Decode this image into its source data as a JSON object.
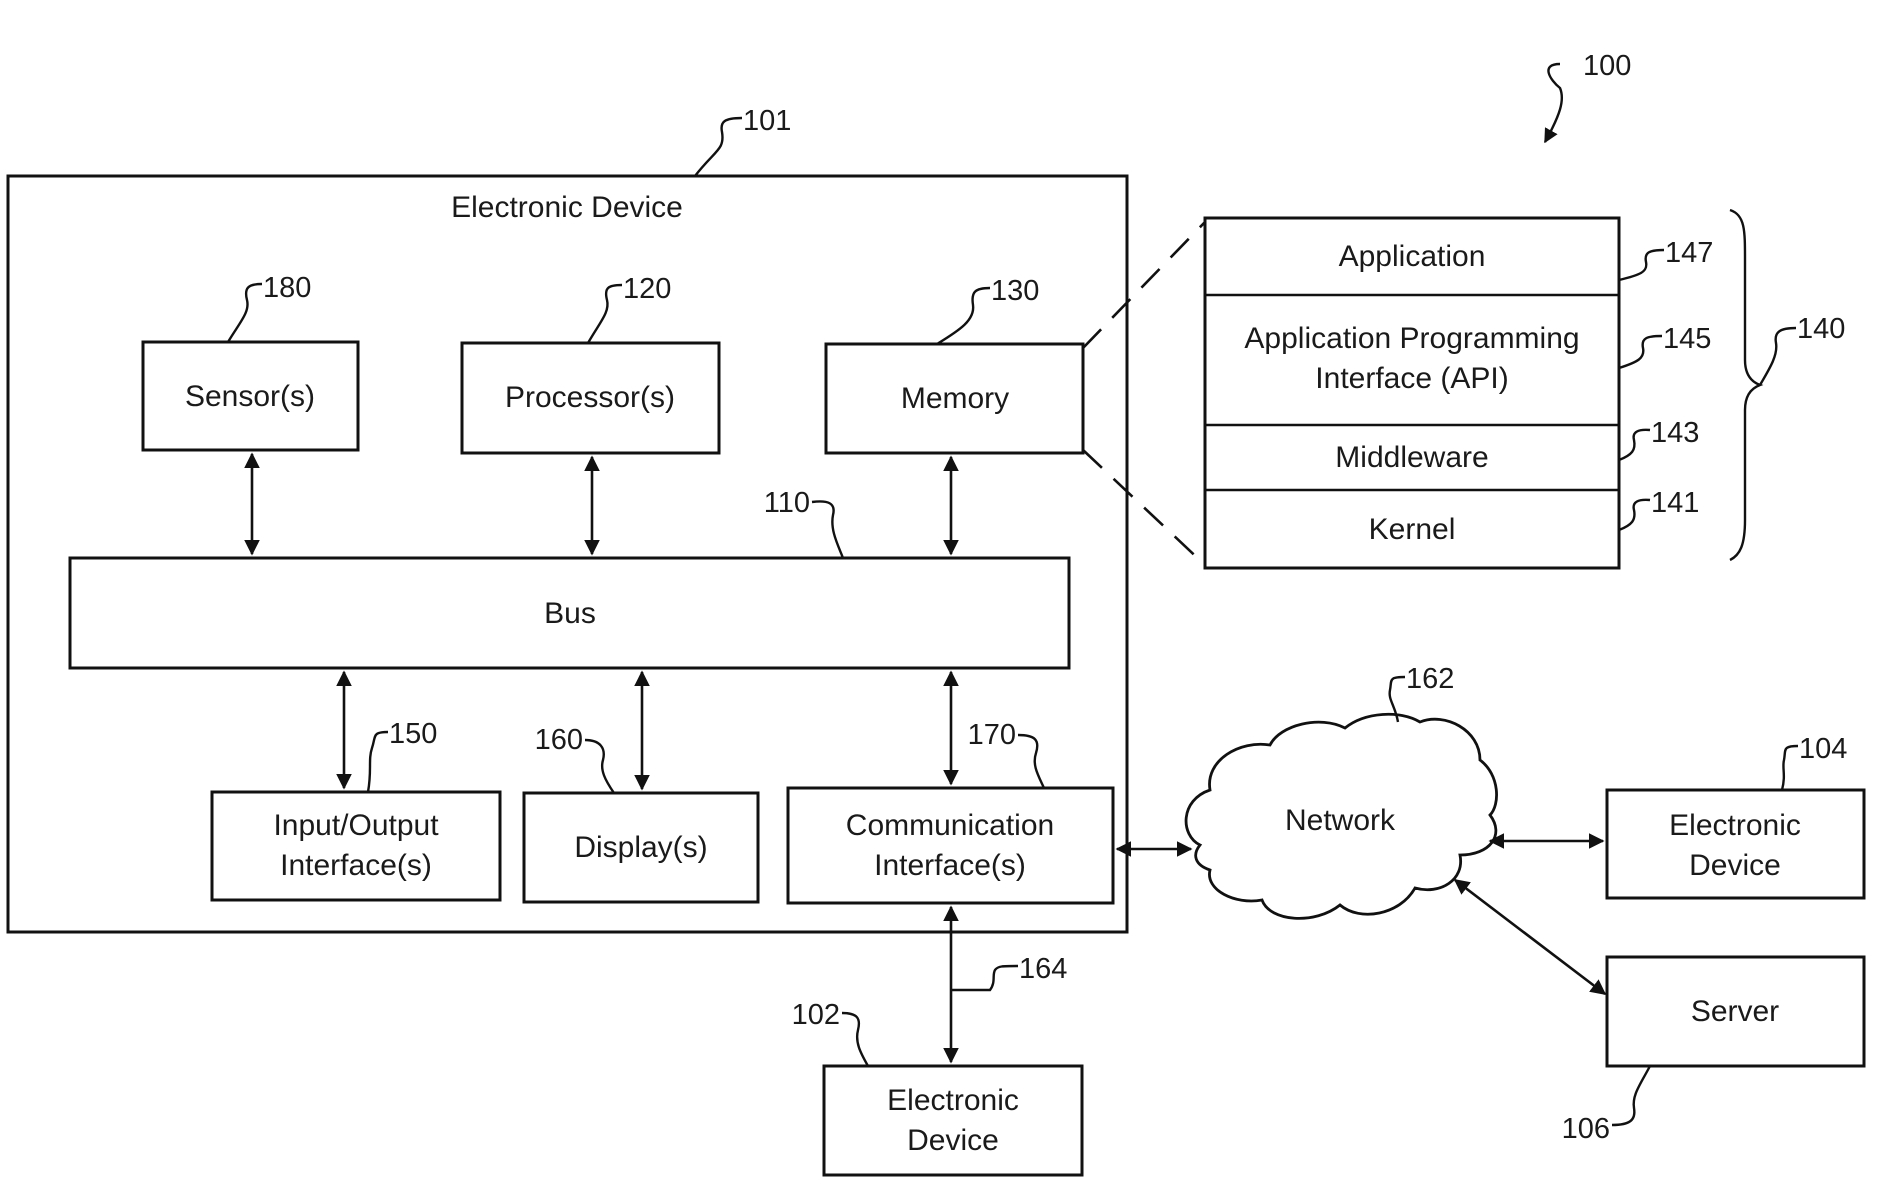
{
  "figure": {
    "ref": "100",
    "electronic_device_main": {
      "ref": "101",
      "title": "Electronic Device"
    },
    "components": {
      "sensor": {
        "ref": "180",
        "label": "Sensor(s)"
      },
      "processor": {
        "ref": "120",
        "label": "Processor(s)"
      },
      "memory": {
        "ref": "130",
        "label": "Memory"
      },
      "bus": {
        "ref": "110",
        "label": "Bus"
      },
      "io": {
        "ref": "150",
        "line1": "Input/Output",
        "line2": "Interface(s)"
      },
      "display": {
        "ref": "160",
        "label": "Display(s)"
      },
      "comm": {
        "ref": "170",
        "line1": "Communication",
        "line2": "Interface(s)"
      }
    },
    "software_stack": {
      "ref": "140",
      "layers": [
        {
          "ref": "147",
          "line1": "Application",
          "line2": ""
        },
        {
          "ref": "145",
          "line1": "Application Programming",
          "line2": "Interface (API)"
        },
        {
          "ref": "143",
          "line1": "Middleware",
          "line2": ""
        },
        {
          "ref": "141",
          "line1": "Kernel",
          "line2": ""
        }
      ]
    },
    "network": {
      "ref": "162",
      "label": "Network"
    },
    "link_164": {
      "ref": "164"
    },
    "external": {
      "device_102": {
        "ref": "102",
        "line1": "Electronic",
        "line2": "Device"
      },
      "device_104": {
        "ref": "104",
        "line1": "Electronic",
        "line2": "Device"
      },
      "server_106": {
        "ref": "106",
        "label": "Server"
      }
    }
  }
}
